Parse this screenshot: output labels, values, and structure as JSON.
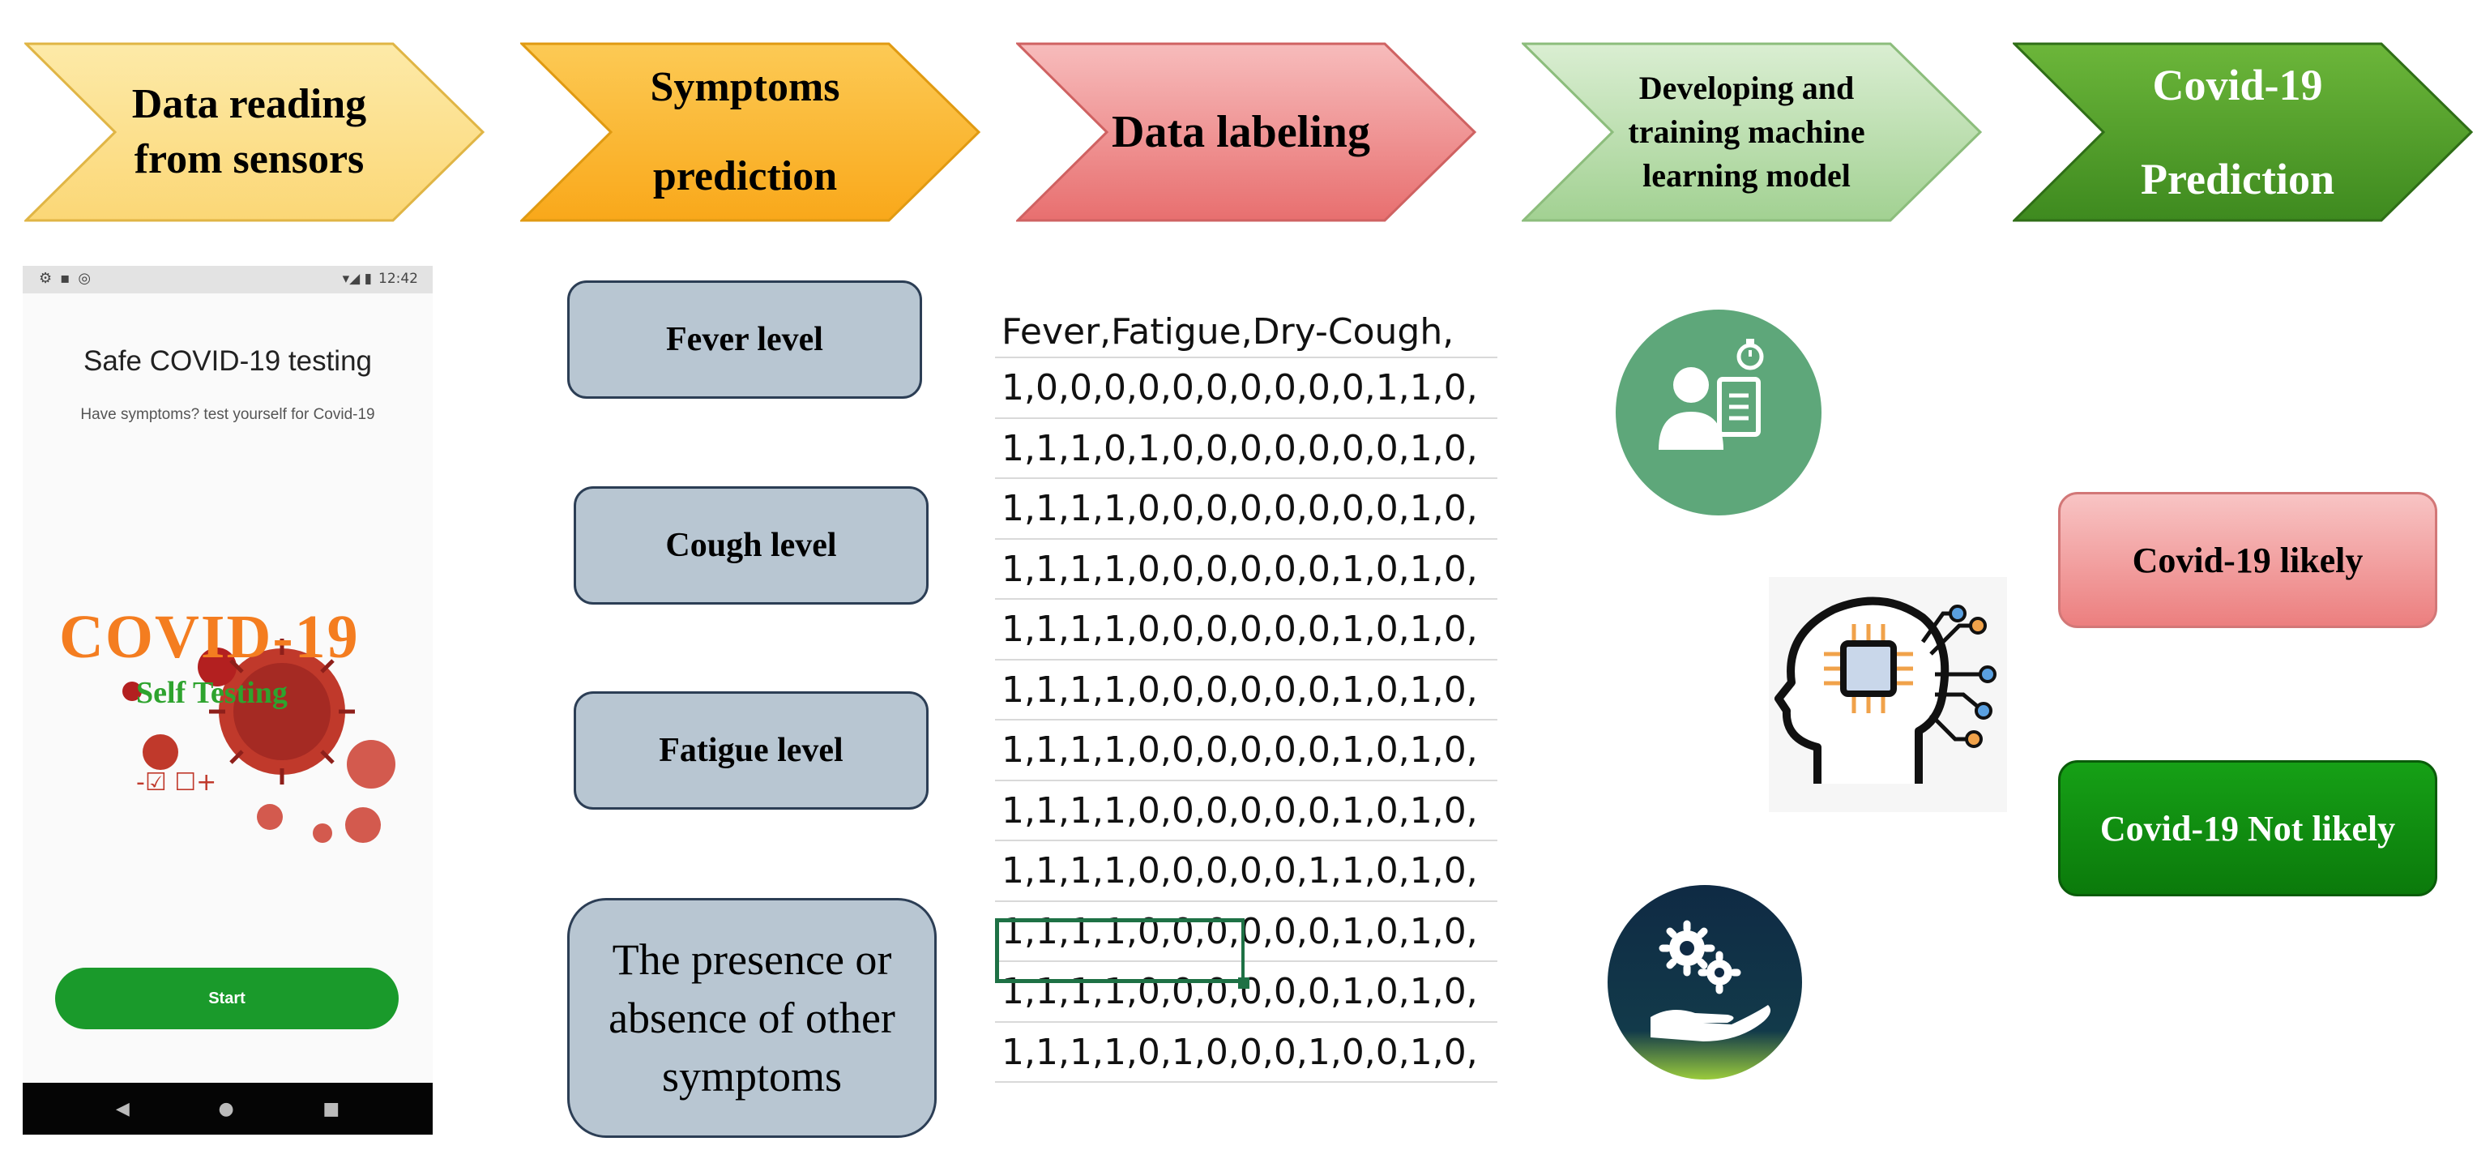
{
  "stages": [
    {
      "label": "Data reading\nfrom sensors"
    },
    {
      "label": "Symptoms\nprediction"
    },
    {
      "label": "Data labeling"
    },
    {
      "label": "Developing and\ntraining machine\nlearning model"
    },
    {
      "label": "Covid-19\nPrediction"
    }
  ],
  "colors": {
    "stage1": "#fbd776",
    "stage2": "#fbb323",
    "stage3": "#ec7c7c",
    "stage4": "#a8d49a",
    "stage5": "#4c9a2a",
    "symptom_box": "#b8c6d2",
    "likely": "#ec7f7f",
    "not_likely": "#11931a"
  },
  "phone": {
    "status_time": "12:42",
    "title": "Safe COVID-19 testing",
    "subtitle": "Have symptoms? test yourself for Covid-19",
    "covid_word": "COVID-19",
    "self_testing": "Self Testing",
    "check_marks": "-☑ ☐+",
    "start_label": "Start",
    "nav": {
      "back": "◀",
      "home": "●",
      "recent": "■"
    }
  },
  "symptoms": [
    {
      "label": "Fever level"
    },
    {
      "label": "Cough level"
    },
    {
      "label": "Fatigue level"
    },
    {
      "label": "The presence or absence of other symptoms"
    }
  ],
  "table": {
    "header": "Fever,Fatigue,Dry-Cough,",
    "rows": [
      "1,0,0,0,0,0,0,0,0,0,0,1,1,0,",
      "1,1,1,0,1,0,0,0,0,0,0,0,1,0,",
      "1,1,1,1,0,0,0,0,0,0,0,0,1,0,",
      "1,1,1,1,0,0,0,0,0,0,1,0,1,0,",
      "1,1,1,1,0,0,0,0,0,0,1,0,1,0,",
      "1,1,1,1,0,0,0,0,0,0,1,0,1,0,",
      "1,1,1,1,0,0,0,0,0,0,1,0,1,0,",
      "1,1,1,1,0,0,0,0,0,0,1,0,1,0,",
      "1,1,1,1,0,0,0,0,0,1,1,0,1,0,",
      "1,1,1,1,0,0,0,0,0,0,1,0,1,0,",
      "1,1,1,1,0,0,0,0,0,0,1,0,1,0,",
      "1,1,1,1,0,1,0,0,0,1,0,0,1,0,"
    ]
  },
  "icons": {
    "model": "person-clipboard-icon",
    "brain": "ai-brain-chip-icon",
    "gears": "hand-gears-icon"
  },
  "outcomes": {
    "likely": "Covid-19 likely",
    "not_likely": "Covid-19 Not likely"
  }
}
